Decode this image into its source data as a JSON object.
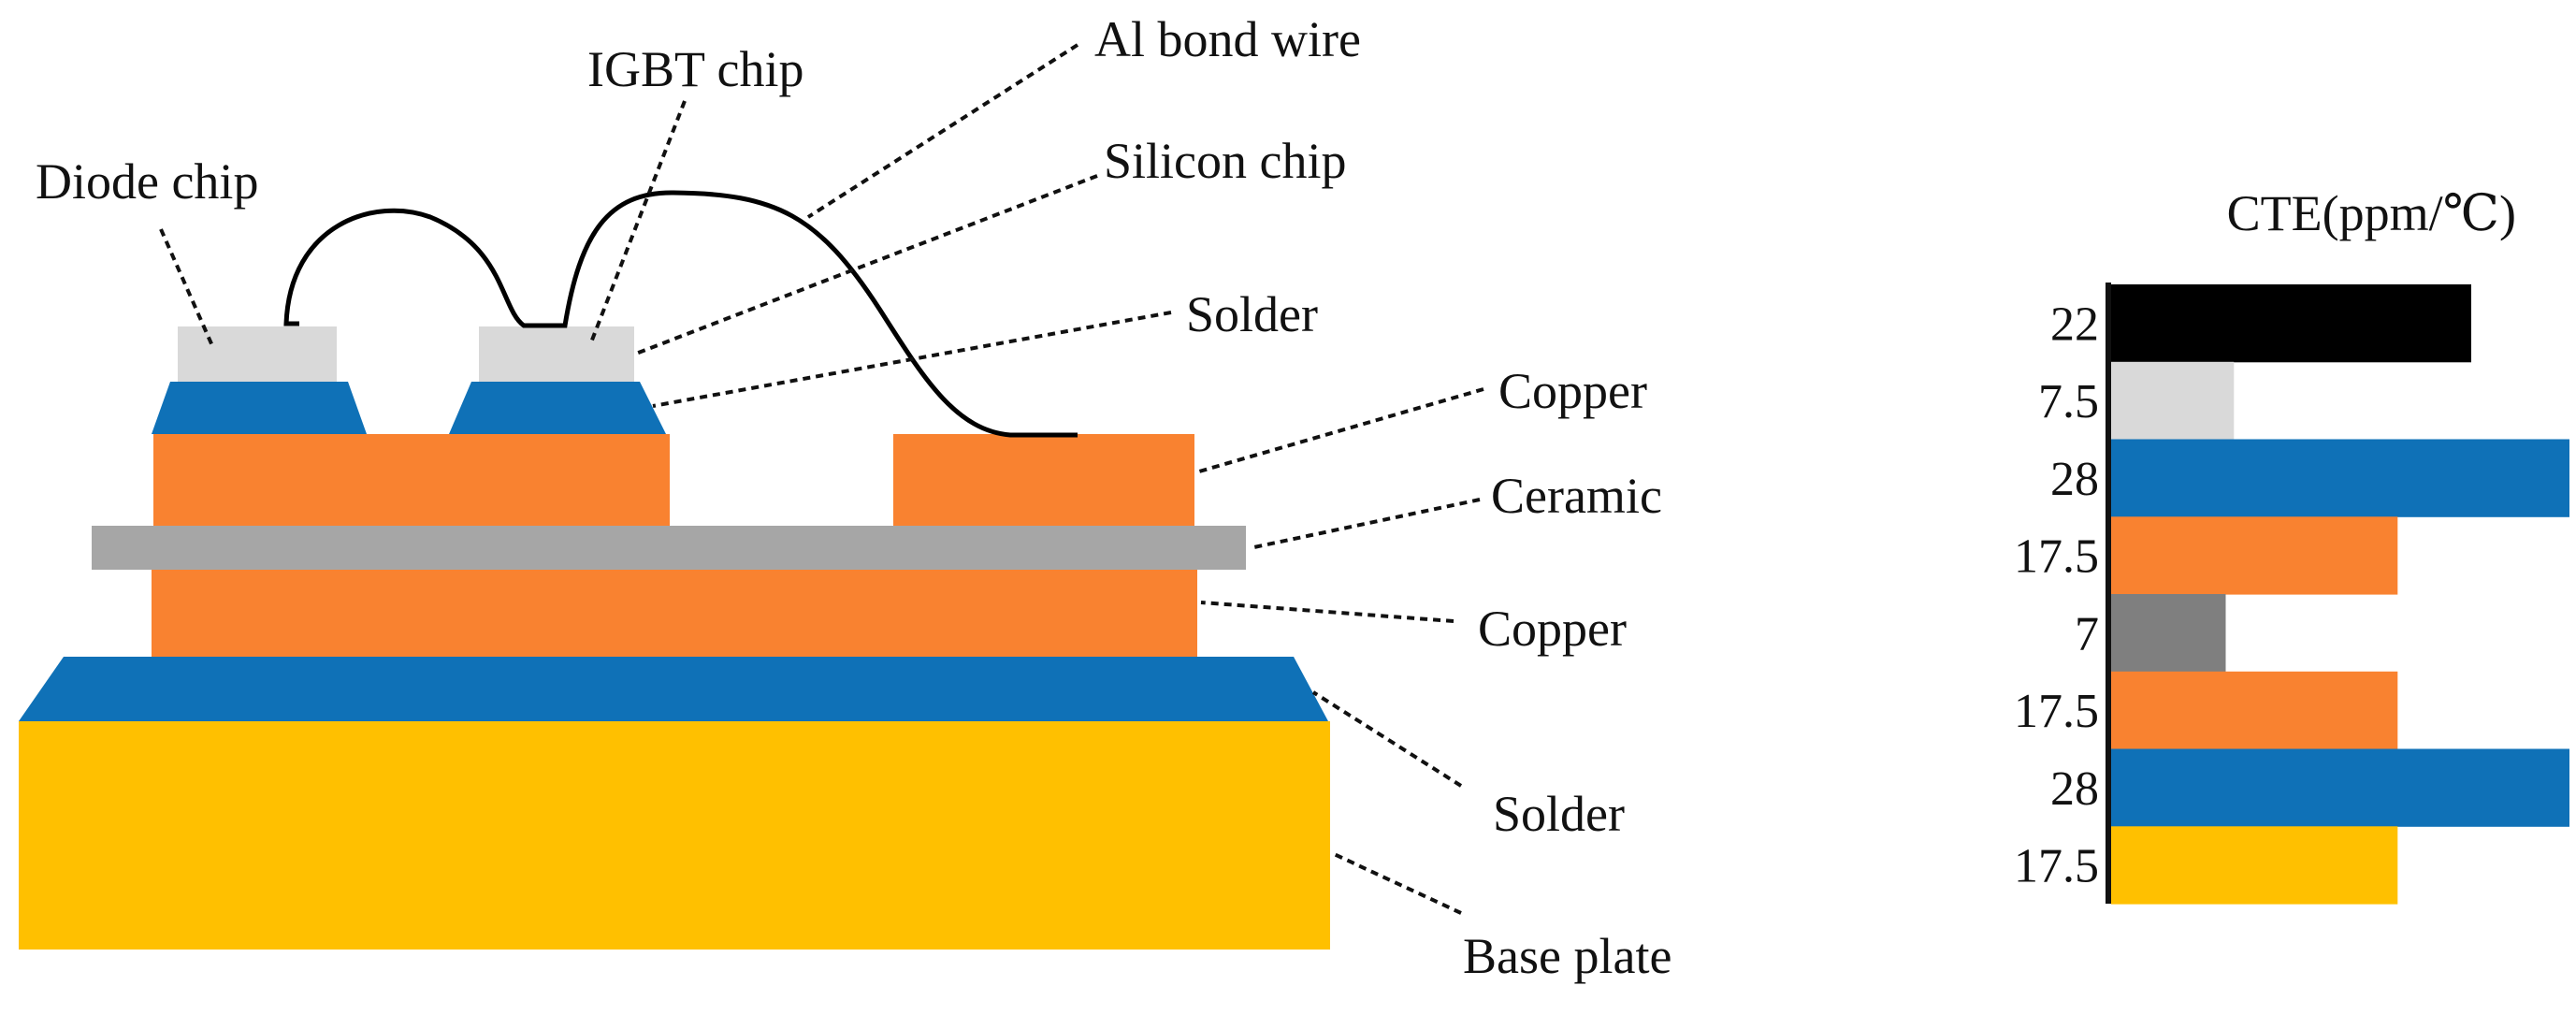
{
  "diagram": {
    "labels": {
      "diode_chip": "Diode chip",
      "igbt_chip": "IGBT chip",
      "al_bond_wire": "Al bond wire",
      "silicon_chip": "Silicon chip",
      "solder_top": "Solder",
      "copper_top": "Copper",
      "ceramic": "Ceramic",
      "copper_bottom": "Copper",
      "solder_bottom": "Solder",
      "base_plate": "Base plate"
    },
    "colors": {
      "copper": "#F98230",
      "solder": "#0F71B7",
      "chip": "#D9D9D9",
      "ceramic": "#A6A6A6",
      "base_plate": "#FFC000",
      "wire": "#000000"
    }
  },
  "chart_data": {
    "type": "bar",
    "orientation": "horizontal",
    "title": "CTE(ppm/℃)",
    "categories": [
      "22",
      "7.5",
      "28",
      "17.5",
      "7",
      "17.5",
      "28",
      "17.5"
    ],
    "values": [
      22,
      7.5,
      28,
      17.5,
      7,
      17.5,
      28,
      17.5
    ],
    "bar_colors": [
      "#000000",
      "#D9D9D9",
      "#0F71B7",
      "#F98230",
      "#7F7F7F",
      "#F98230",
      "#0F71B7",
      "#FFC000"
    ],
    "xlim": [
      0,
      28
    ],
    "grid": false
  }
}
